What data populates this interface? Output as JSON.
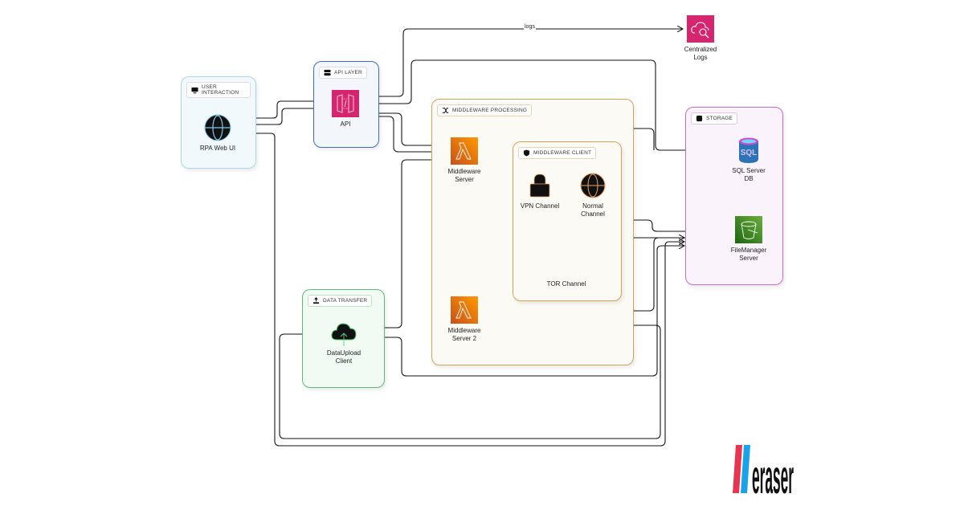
{
  "groups": {
    "user_interaction": {
      "label": "USER INTERACTION",
      "icon": "monitor-icon",
      "color": "#a9d6ec"
    },
    "api_layer": {
      "label": "API LAYER",
      "icon": "server-icon",
      "color": "#3a6fc4"
    },
    "middleware_processing": {
      "label": "MIDDLEWARE PROCESSING",
      "icon": "shuffle-icon",
      "color": "#d4a15a"
    },
    "middleware_client": {
      "label": "MIDDLEWARE CLIENT",
      "icon": "shield-icon",
      "color": "#d4a15a"
    },
    "storage": {
      "label": "STORAGE",
      "icon": "database-icon",
      "color": "#c86ad6"
    },
    "data_transfer": {
      "label": "DATA TRANSFER",
      "icon": "upload-icon",
      "color": "#5bbd73"
    }
  },
  "nodes": {
    "rpa_web_ui": {
      "label": "RPA Web UI",
      "icon": "globe-icon"
    },
    "api": {
      "label": "API",
      "icon": "api-gateway-icon",
      "color": "#d6246e"
    },
    "centralized_logs": {
      "label": "Centralized\nLogs",
      "icon": "cloud-search-icon",
      "color": "#d6246e"
    },
    "middleware_server": {
      "label": "Middleware\nServer",
      "icon": "lambda-icon",
      "color": "#ed7100"
    },
    "middleware_server_2": {
      "label": "Middleware\nServer 2",
      "icon": "lambda-icon",
      "color": "#ed7100"
    },
    "vpn_channel": {
      "label": "VPN Channel",
      "icon": "lock-icon"
    },
    "normal_channel": {
      "label": "Normal\nChannel",
      "icon": "globe-icon"
    },
    "tor_channel": {
      "label": "TOR Channel"
    },
    "sql_server_db": {
      "label": "SQL Server\nDB",
      "icon": "sql-database-icon",
      "color": "#2e73b8"
    },
    "filemanager_server": {
      "label": "FileManager\nServer",
      "icon": "bucket-icon",
      "color": "#3f8624"
    },
    "dataupload_client": {
      "label": "DataUpload\nClient",
      "icon": "cloud-upload-icon"
    }
  },
  "edges": {
    "logs_label": "logs"
  },
  "branding": {
    "logo_text": "eraser"
  }
}
